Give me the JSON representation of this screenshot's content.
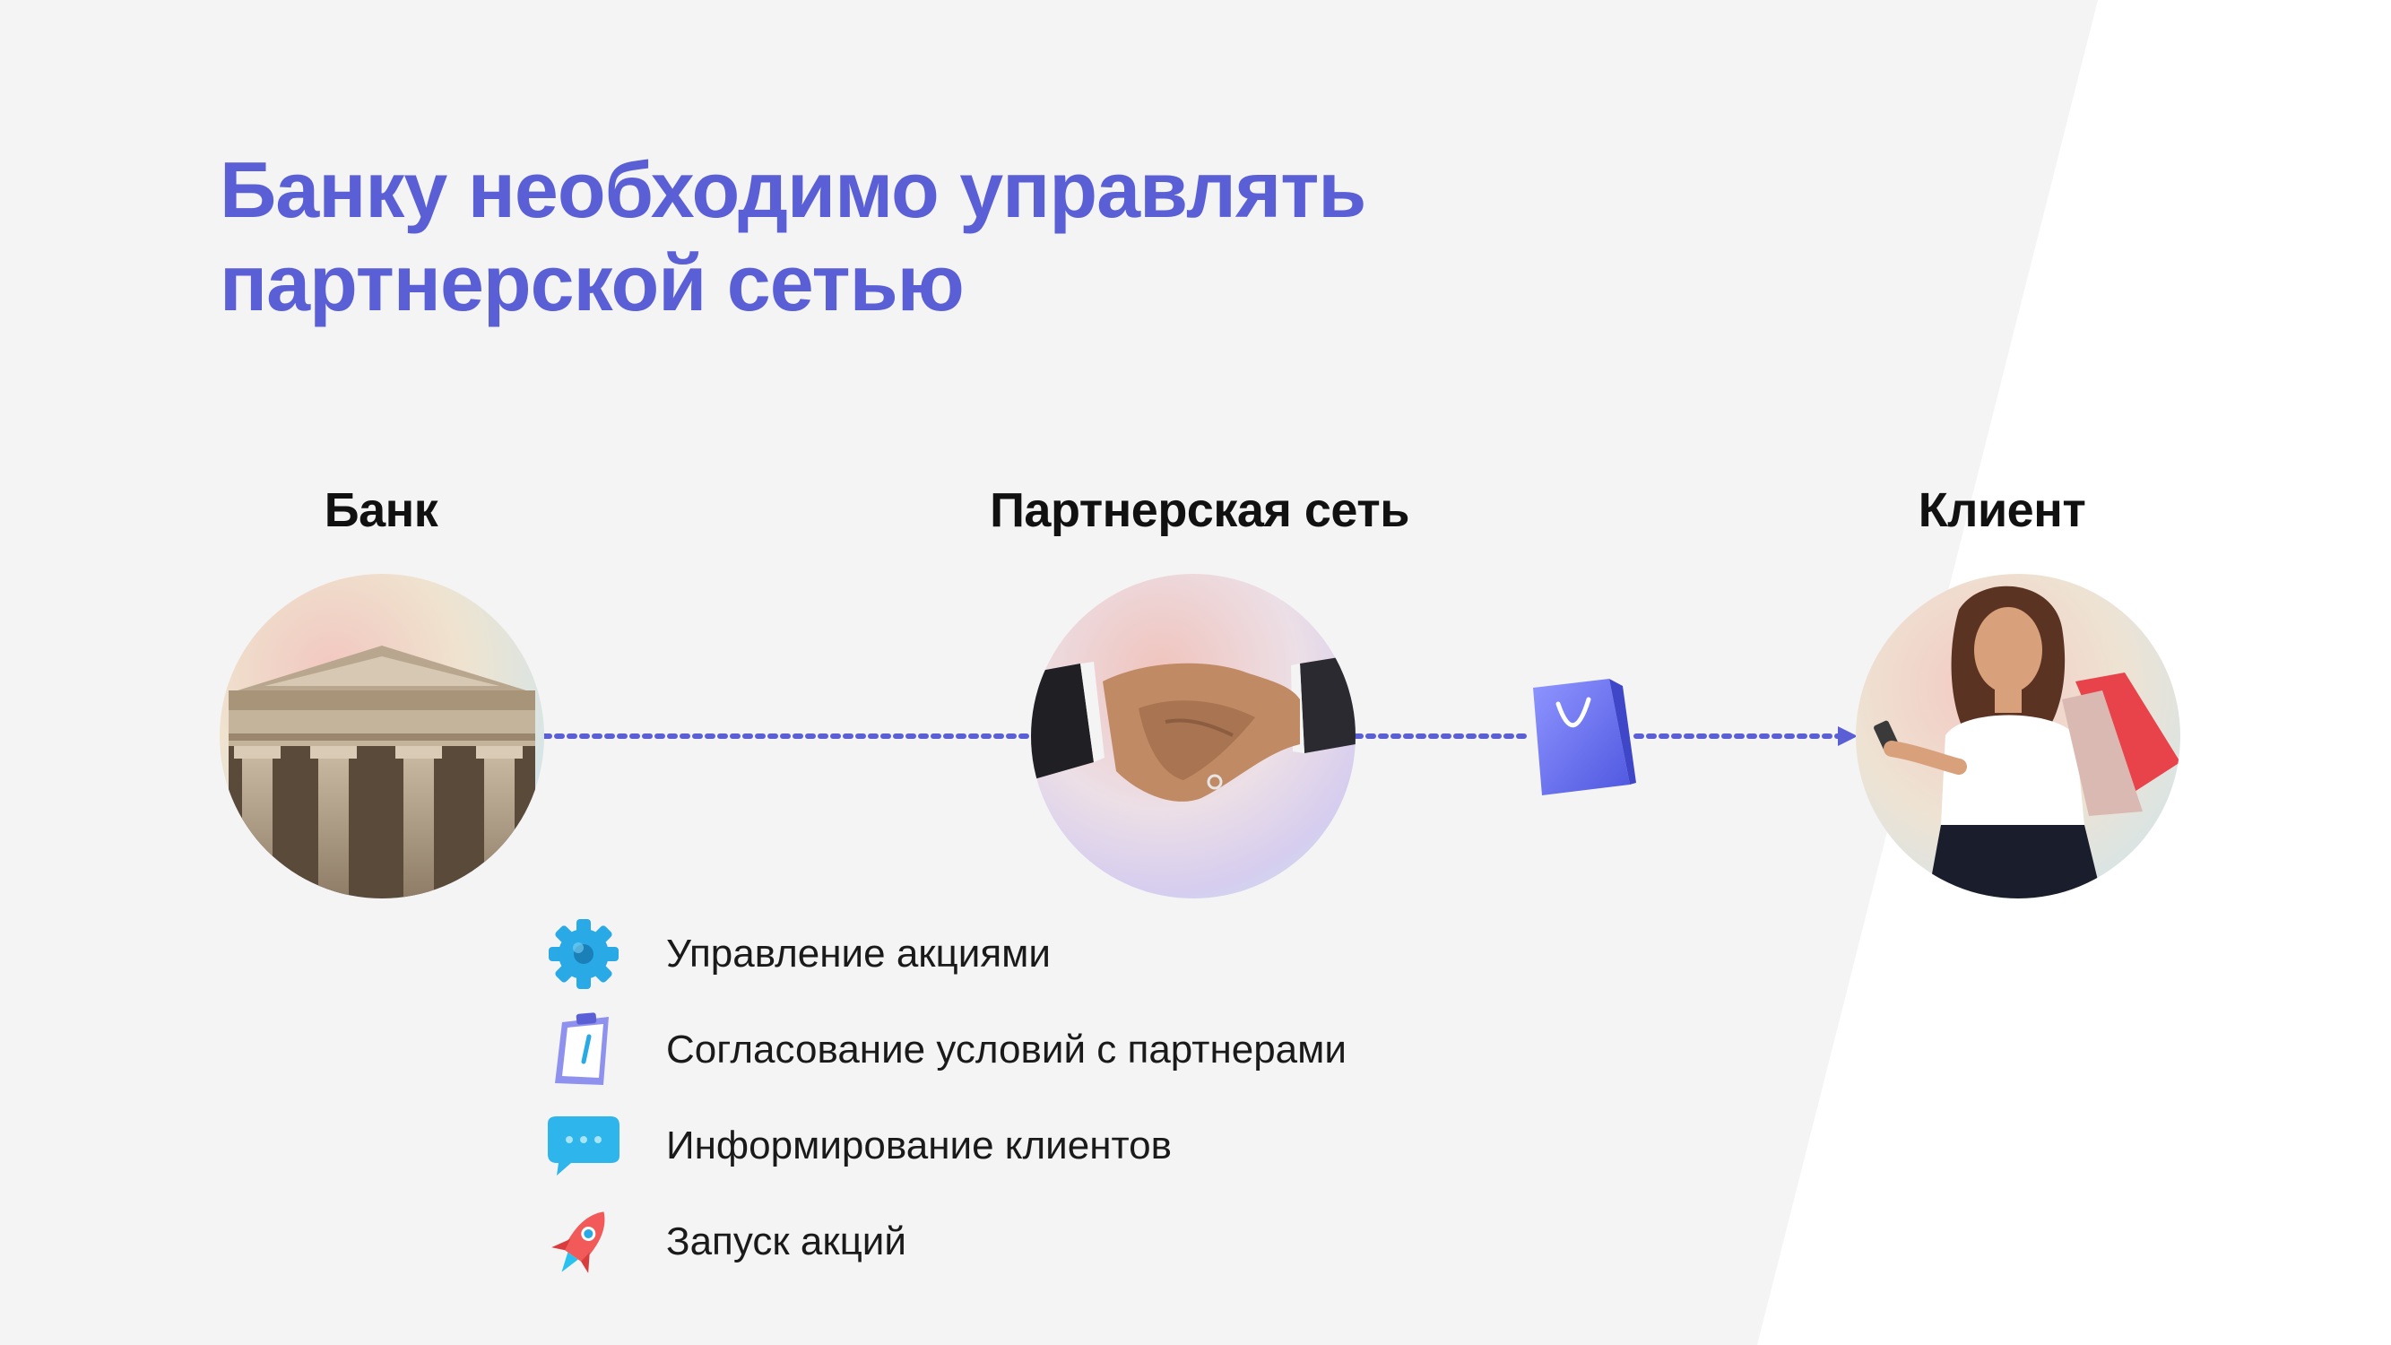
{
  "slide": {
    "title_line1": "Банку необходимо управлять",
    "title_line2": "партнерской сетью"
  },
  "nodes": [
    {
      "label": "Банк",
      "image": "bank-building-columns-icon"
    },
    {
      "label": "Партнерская сеть",
      "image": "handshake-icon"
    },
    {
      "label": "Клиент",
      "image": "woman-shopping-bags-phone-icon"
    }
  ],
  "connector": {
    "icon": "shopping-bag-icon"
  },
  "features": [
    {
      "label": "Управление акциями",
      "icon": "gear-icon"
    },
    {
      "label": "Согласование условий с партнерами",
      "icon": "clipboard-icon"
    },
    {
      "label": "Информирование клиентов",
      "icon": "chat-bubble-icon"
    },
    {
      "label": "Запуск акций",
      "icon": "rocket-icon"
    }
  ],
  "colors": {
    "accent": "#5a5fd6",
    "background": "#f4f4f5",
    "text": "#111111",
    "connector": "#5a5fd6"
  }
}
